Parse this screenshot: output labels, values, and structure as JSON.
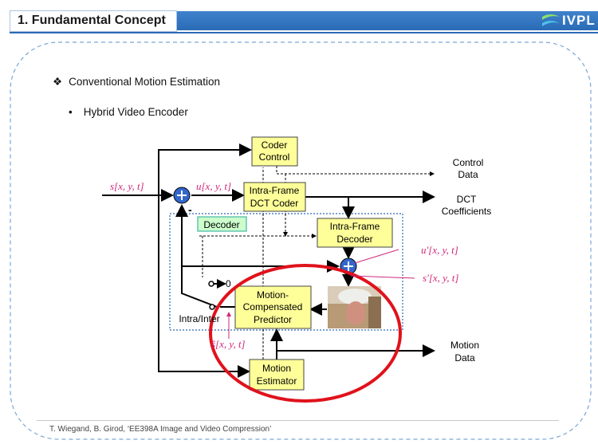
{
  "header": {
    "title": "1. Fundamental  Concept",
    "logo_text": "IVPL"
  },
  "content": {
    "bullet1_marker": "❖",
    "bullet1": "Conventional Motion Estimation",
    "bullet2_marker": "•",
    "bullet2": "Hybrid Video Encoder"
  },
  "diagram": {
    "coder_control": [
      "Coder",
      "Control"
    ],
    "intra_coder": [
      "Intra-Frame",
      "DCT Coder"
    ],
    "intra_decoder": [
      "Intra-Frame",
      "Decoder"
    ],
    "mc_predictor": [
      "Motion-",
      "Compensated",
      "Predictor"
    ],
    "motion_estimator": [
      "Motion",
      "Estimator"
    ],
    "decoder_label": "Decoder",
    "control_data": [
      "Control",
      "Data"
    ],
    "dct_coeff": [
      "DCT",
      "Coefficients"
    ],
    "motion_data": [
      "Motion",
      "Data"
    ],
    "intra_inter": "Intra/Inter",
    "zero": "0",
    "minus": "-",
    "s_in": "s[x, y, t]",
    "u": "u[x, y, t]",
    "u_prime": "u'[x, y, t]",
    "s_prime": "s'[x, y, t]",
    "s_hat": "ŝ[x, y, t]"
  },
  "footer": "T. Wiegand, B. Girod, ‘EE398A Image and Video Compression’",
  "colors": {
    "header_blue": "#2a6bb6",
    "block_fill": "#ffff99",
    "decoder_fill": "#ccffcc",
    "signal_label": "#d0287a",
    "highlight_ellipse": "#e0121c",
    "frame_dash": "#7aa7d6"
  }
}
